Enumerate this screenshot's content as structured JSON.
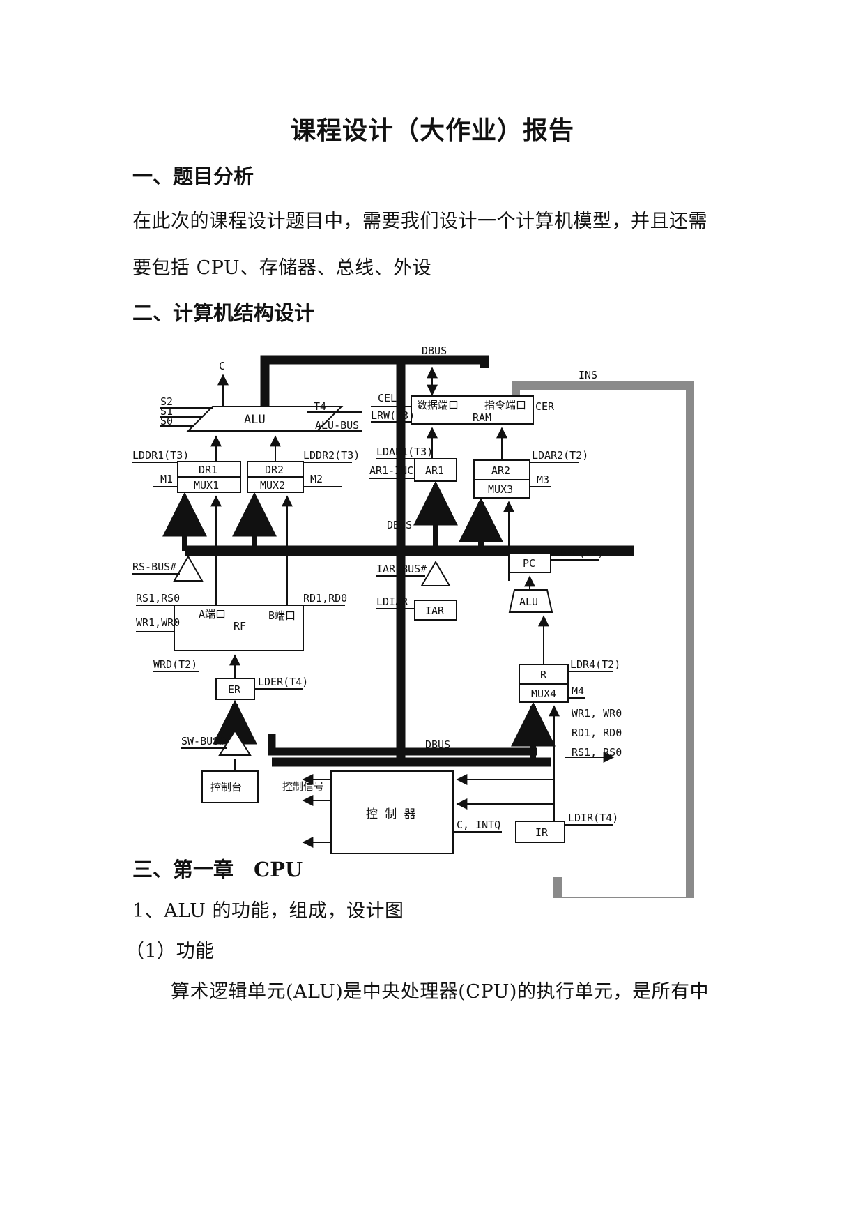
{
  "document": {
    "title": "课程设计（大作业）报告",
    "section1_heading": "一、题目分析",
    "section1_line1": "在此次的课程设计题目中，需要我们设计一个计算机模型，并且还需",
    "section1_line2": "要包括 CPU、存储器、总线、外设",
    "section2_heading": "二、计算机结构设计",
    "section3_heading": "三、第一章　CPU",
    "item1": "1、ALU 的功能，组成，设计图",
    "item1_sub1": "（1）功能",
    "item1_para": "算术逻辑单元(ALU)是中央处理器(CPU)的执行单元，是所有中"
  },
  "diagram": {
    "labels": {
      "dbus_top": "DBUS",
      "dbus_mid": "DBUS",
      "dbus_bottom": "DBUS",
      "ins": "INS",
      "c_out": "C",
      "s2": "S2",
      "s1": "S1",
      "s0": "S0",
      "alu_main": "ALU",
      "t4": "T4",
      "alu_bus": "ALU-BUS",
      "cel": "CEL#",
      "lrw": "LRW(T3)",
      "data_port": "数据端口",
      "ram": "RAM",
      "inst_port": "指令端口",
      "cer": "CER",
      "lddr1": "LDDR1(T3)",
      "lddr2": "LDDR2(T3)",
      "dr1": "DR1",
      "dr2": "DR2",
      "mux1": "MUX1",
      "mux2": "MUX2",
      "m1": "M1",
      "m2": "M2",
      "ldar1": "LDAR1(T3)",
      "ar1_inc": "AR1-INC",
      "ar1": "AR1",
      "ldar2": "LDAR2(T2)",
      "ar2": "AR2",
      "mux3": "MUX3",
      "m3": "M3",
      "rs_bus": "RS-BUS#",
      "pc": "PC",
      "ldpc": "LDPC(T4)",
      "iar_bus": "IAR-BUS#",
      "ldiar": "LDIAR",
      "iar": "IAR",
      "alu_pc": "ALU",
      "rs1rs0": "RS1,RS0",
      "rd1rd0": "RD1,RD0",
      "wr1wr0": "WR1,WR0",
      "a_port": "A端口",
      "rf": "RF",
      "b_port": "B端口",
      "wrd": "WRD(T2)",
      "er": "ER",
      "lder": "LDER(T4)",
      "r": "R",
      "ldr4": "LDR4(T2)",
      "mux4": "MUX4",
      "m4": "M4",
      "sw_bus": "SW-BUS#",
      "console": "控制台",
      "ctrl_signal": "控制信号",
      "controller": "控 制 器",
      "c_intq": "C, INTQ",
      "r_wr": "WR1, WR0",
      "r_rd": "RD1, RD0",
      "r_rs": "RS1, RS0",
      "ir": "IR",
      "ldir": "LDIR(T4)"
    }
  }
}
